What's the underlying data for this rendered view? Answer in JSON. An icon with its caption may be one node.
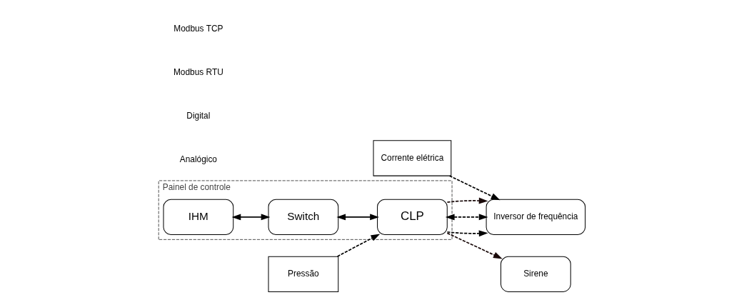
{
  "diagram": {
    "nodes": [
      {
        "text": [
          "Painel de controle"
        ]
      },
      {
        "text": [
          "IHM"
        ],
        "in": 0
      },
      {
        "text": [
          "Switch"
        ],
        "in": 0
      },
      {
        "text": [
          "CLP"
        ],
        "in": 0
      },
      {
        "text": [
          "Inversor de frequência"
        ]
      },
      {
        "text": [
          "Sirene"
        ]
      },
      {
        "text": [
          "Pressão"
        ]
      },
      {
        "text": [
          "Corrente elétrica"
        ]
      }
    ],
    "edges": [
      {
        "from": 1,
        "to": 2,
        "arrow": "both"
      },
      {
        "from": 2,
        "to": 3,
        "arrow": "both"
      },
      {
        "from": 3,
        "to": 4,
        "arrow": "to",
        "style": "dashed"
      },
      {
        "from": 3,
        "to": 4,
        "arrow": "both",
        "style": "dashed"
      },
      {
        "from": 3,
        "to": 4,
        "arrow": "to",
        "style": "dashed",
        "color": "#1a0a0a"
      },
      {
        "from": 3,
        "to": 5,
        "arrow": "to",
        "style": "dashed",
        "color": "#1a0a0a"
      },
      {
        "from": 6,
        "to": 3,
        "arrow": "to",
        "style": "dashed"
      },
      {
        "from": 7,
        "to": 4,
        "arrow": "to",
        "style": "dashed"
      }
    ],
    "legend": [
      {
        "text": "Modbus TCP"
      },
      {
        "text": "Modbus RTU"
      },
      {
        "text": "Digital"
      },
      {
        "text": "Analógico"
      }
    ]
  }
}
